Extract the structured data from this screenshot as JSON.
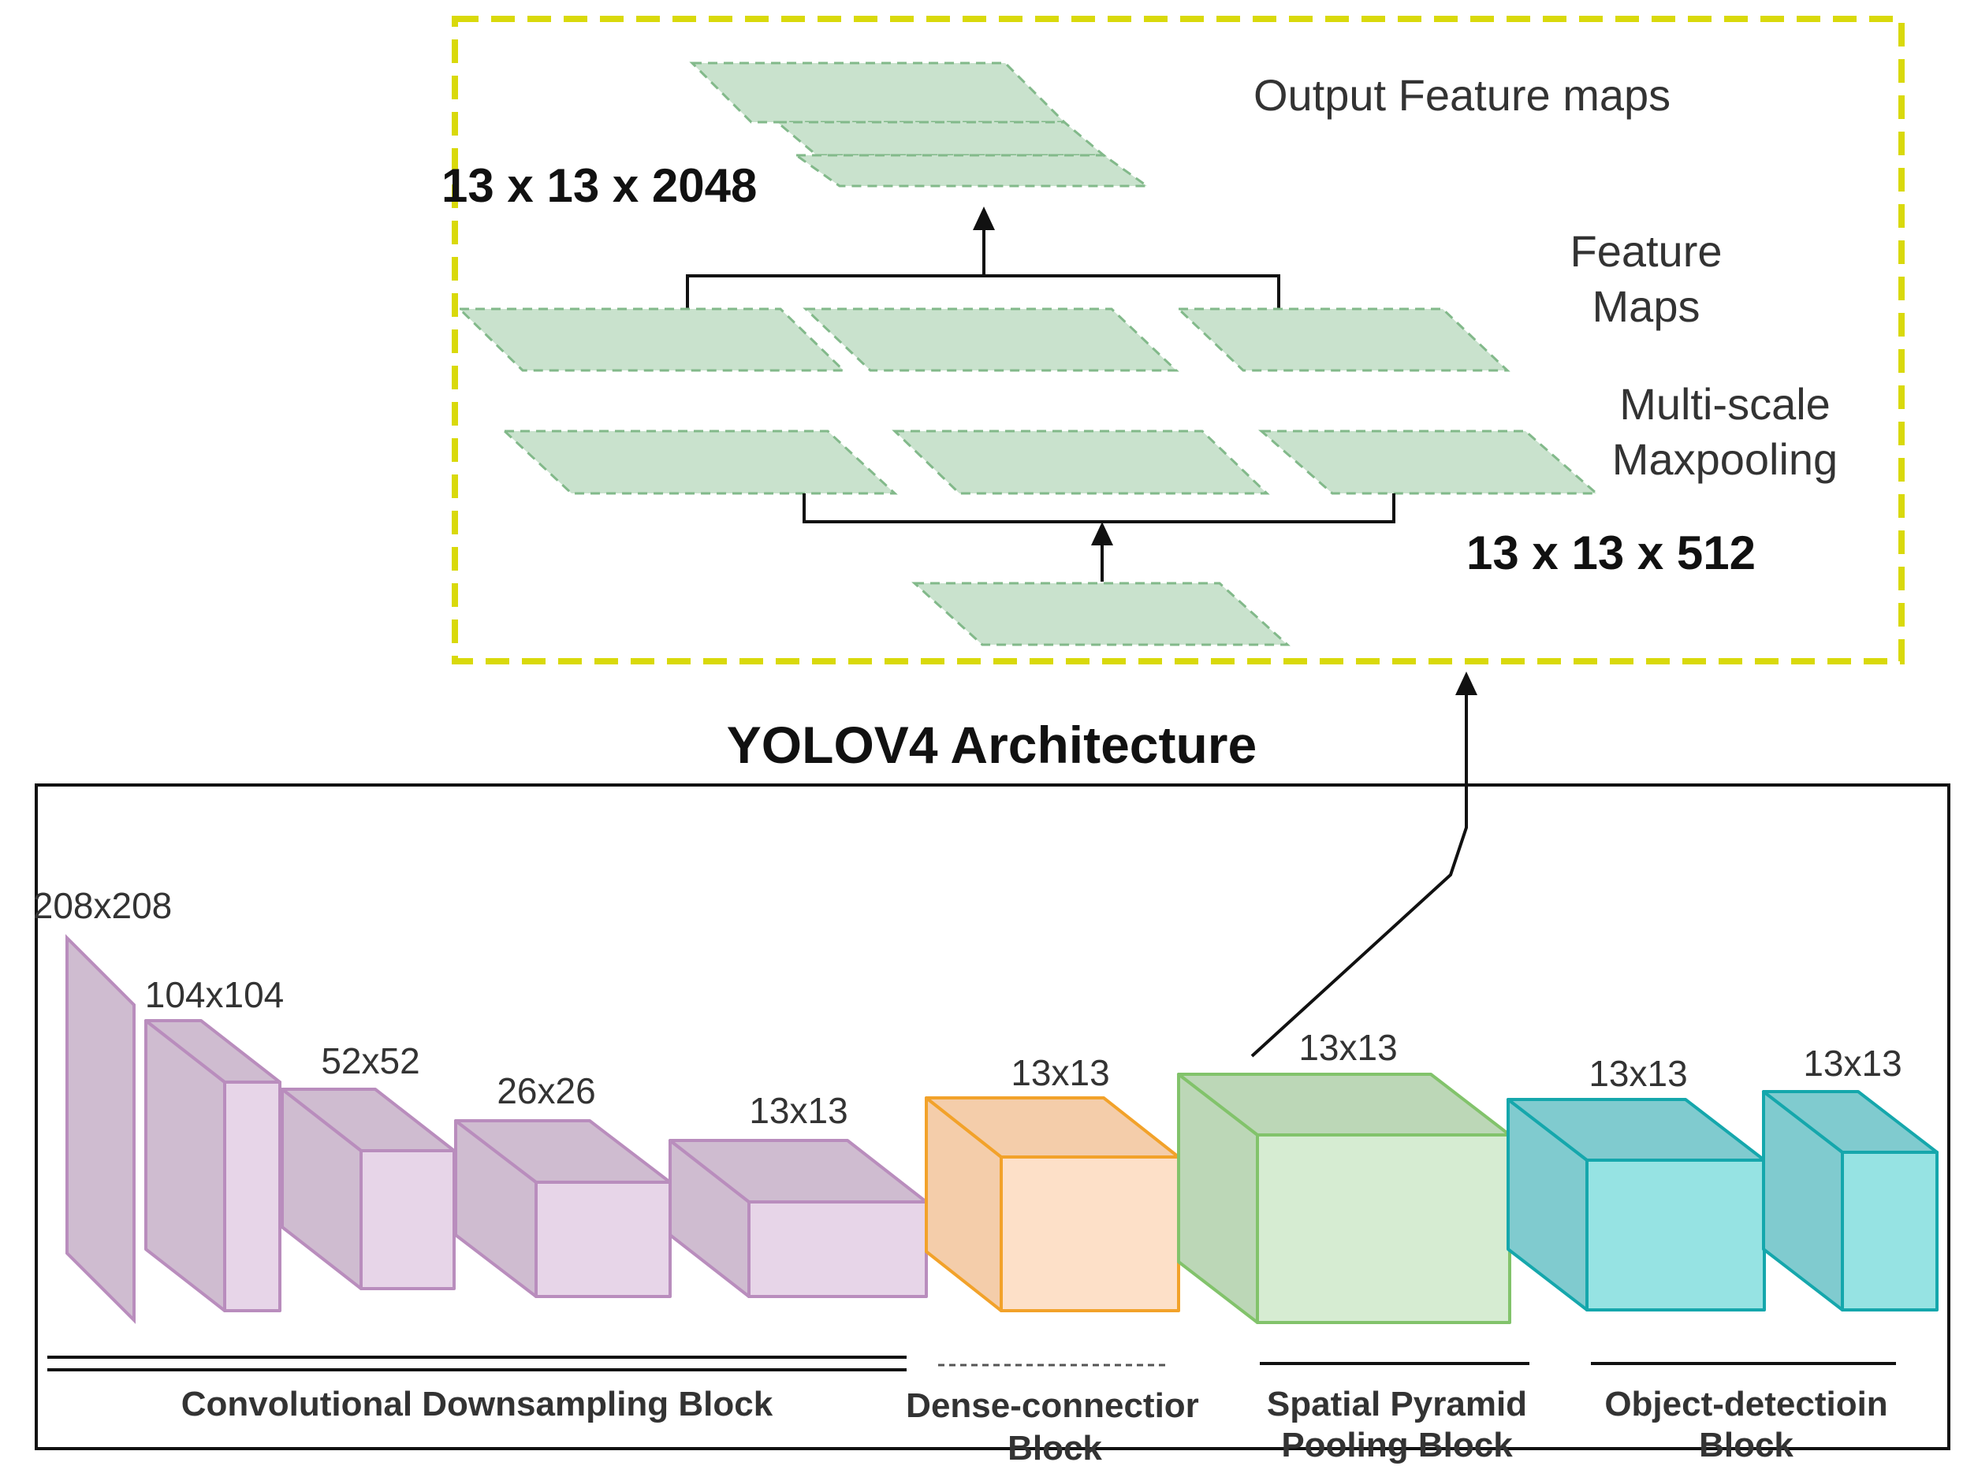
{
  "spp_detail": {
    "output_label": "Output Feature maps",
    "output_dims": "13 x 13 x 2048",
    "feature_maps_label": [
      "Feature",
      "Maps"
    ],
    "maxpool_label": [
      "Multi-scale",
      "Maxpooling"
    ],
    "input_dims": "13 x 13 x 512"
  },
  "title": "YOLOV4 Architecture",
  "layers": [
    {
      "dim": "208x208",
      "group": "conv"
    },
    {
      "dim": "104x104",
      "group": "conv"
    },
    {
      "dim": "52x52",
      "group": "conv"
    },
    {
      "dim": "26x26",
      "group": "conv"
    },
    {
      "dim": "13x13",
      "group": "conv"
    },
    {
      "dim": "13x13",
      "group": "dense"
    },
    {
      "dim": "13x13",
      "group": "spp"
    },
    {
      "dim": "13x13",
      "group": "detect"
    },
    {
      "dim": "13x13",
      "group": "detect"
    }
  ],
  "blocks": [
    {
      "lines": [
        "Convolutional Downsampling Block"
      ]
    },
    {
      "lines": [
        "Dense-connectior",
        "Block"
      ]
    },
    {
      "lines": [
        "Spatial Pyramid",
        "Pooling Block"
      ]
    },
    {
      "lines": [
        "Object-detectioin",
        "Block"
      ]
    }
  ],
  "colors": {
    "highlight_border": "#d9d90b",
    "conv_fill": "#e7d5e8",
    "conv_side": "#cfbcd0",
    "conv_stroke": "#b98dbd",
    "dense_fill": "#fde0c8",
    "dense_side": "#f4cdaa",
    "dense_stroke": "#f2a22a",
    "spp_fill": "#d6ecd2",
    "spp_side": "#bcd7b7",
    "spp_stroke": "#82c36b",
    "detect_fill": "#96e3e3",
    "detect_side": "#80cbcf",
    "detect_stroke": "#15a7ac",
    "feature_map_fill": "#c9e2cd",
    "feature_map_stroke": "#82b98a"
  }
}
